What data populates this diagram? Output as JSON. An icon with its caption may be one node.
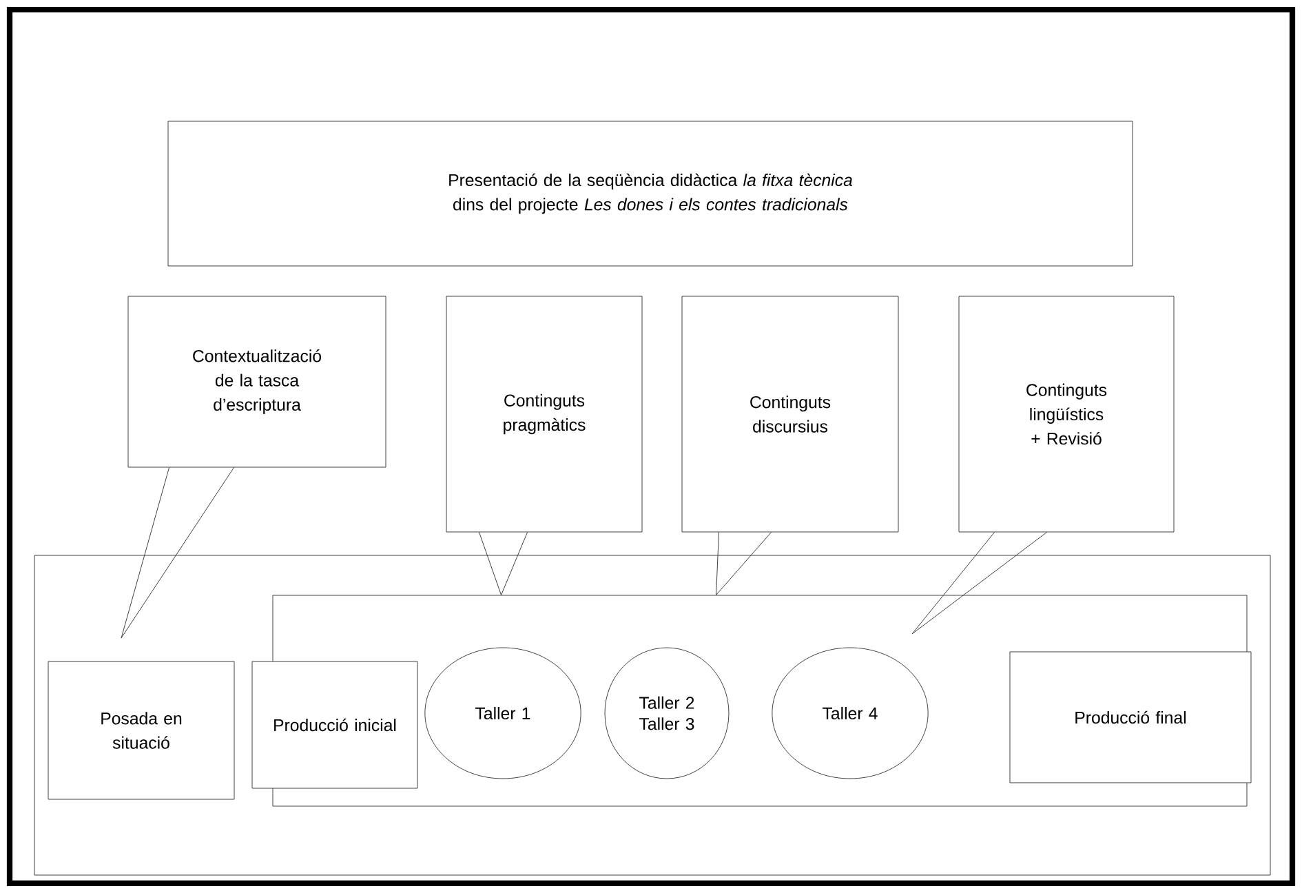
{
  "diagram": {
    "nodes": [
      {
        "text": [
          "Presentació de la seqüència didàctica *la fitxa tècnica* dins del projecte *Les dones i els contes tradicionals*"
        ]
      },
      {
        "text": [],
        "shape": "box"
      },
      {
        "text": [],
        "shape": "box",
        "in": 1
      },
      {
        "text": [
          "Posada en situació"
        ],
        "in": 1
      },
      {
        "text": [
          "Producció inicial"
        ],
        "in": 1
      },
      {
        "text": [
          "Taller 1"
        ],
        "in": 2
      },
      {
        "text": [
          "Taller 2 Taller 3"
        ],
        "in": 2
      },
      {
        "text": [
          "Taller 4"
        ],
        "in": 2
      },
      {
        "text": [
          "Producció final"
        ],
        "in": 2
      },
      {
        "text": [
          "Contextualització de la tasca d’escriptura"
        ]
      },
      {
        "text": [
          "Continguts pragmàtics"
        ]
      },
      {
        "text": [
          "Continguts discursius"
        ]
      },
      {
        "text": [
          "Continguts lingüístics + Revisió"
        ]
      }
    ],
    "edges": [
      {
        "from": 9,
        "to": null,
        "arrow": "none"
      },
      {
        "from": 10,
        "to": 2,
        "arrow": "none"
      },
      {
        "from": 11,
        "to": 2,
        "arrow": "none"
      },
      {
        "from": 12,
        "to": null,
        "arrow": "none"
      }
    ]
  }
}
